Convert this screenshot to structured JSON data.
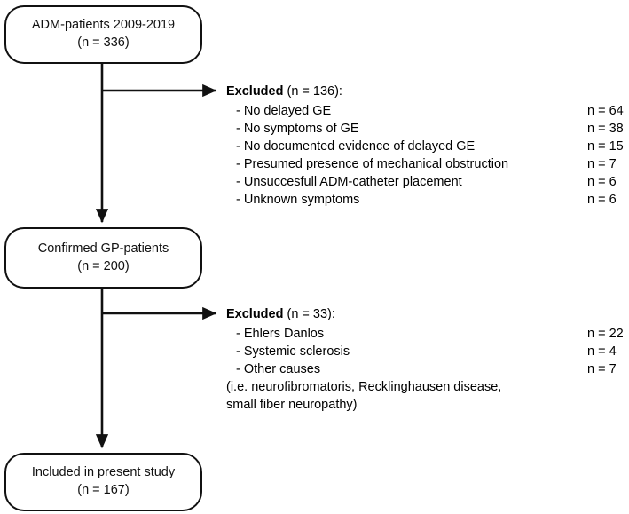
{
  "chart_data": {
    "type": "diagram",
    "title": "Patient selection flow diagram",
    "diagram_kind": "flowchart",
    "nodes": [
      {
        "id": "n1",
        "line1": "ADM-patients 2009-2019",
        "line2": "(n = 336)",
        "count": 336
      },
      {
        "id": "n2",
        "line1": "Confirmed GP-patients",
        "line2": "(n = 200)",
        "count": 200
      },
      {
        "id": "n3",
        "line1": "Included in present study",
        "line2": "(n = 167)",
        "count": 167
      }
    ],
    "exclusions": [
      {
        "id": "e1",
        "head_bold": "Excluded",
        "head_rest": " (n = 136):",
        "total": 136,
        "items": [
          {
            "label": "- No delayed GE",
            "count": "n = 64",
            "value": 64
          },
          {
            "label": "- No symptoms of GE",
            "count": "n = 38",
            "value": 38
          },
          {
            "label": "- No documented evidence of delayed GE",
            "count": "n = 15",
            "value": 15
          },
          {
            "label": "- Presumed presence of mechanical obstruction",
            "count": "n = 7",
            "value": 7
          },
          {
            "label": "- Unsuccesfull ADM-catheter placement",
            "count": "n = 6",
            "value": 6
          },
          {
            "label": "- Unknown symptoms",
            "count": "n = 6",
            "value": 6
          }
        ],
        "notes": []
      },
      {
        "id": "e2",
        "head_bold": "Excluded",
        "head_rest": " (n = 33):",
        "total": 33,
        "items": [
          {
            "label": "- Ehlers Danlos",
            "count": "n = 22",
            "value": 22
          },
          {
            "label": "- Systemic sclerosis",
            "count": "n = 4",
            "value": 4
          },
          {
            "label": "- Other causes",
            "count": "n = 7",
            "value": 7
          }
        ],
        "notes": [
          "(i.e. neurofibromatoris, Recklinghausen disease,",
          "small fiber neuropathy)"
        ]
      }
    ],
    "colors": {
      "stroke": "#111111",
      "text": "#000000",
      "background": "#ffffff"
    }
  }
}
